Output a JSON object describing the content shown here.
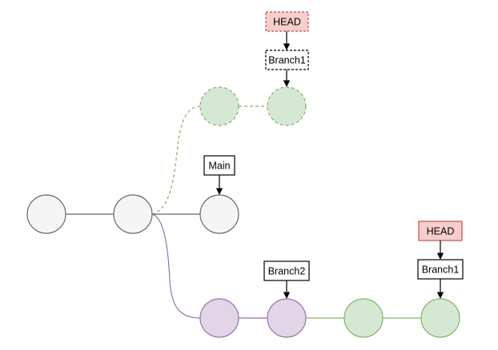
{
  "diagram": {
    "type": "git-commit-graph",
    "labels": {
      "head_top": "HEAD",
      "branch1_top": "Branch1",
      "main": "Main",
      "branch2": "Branch2",
      "head_bottom": "HEAD",
      "branch1_bottom": "Branch1"
    },
    "colors": {
      "main_commit_fill": "#f5f5f5",
      "main_commit_stroke": "#666666",
      "branch1_commit_fill": "#d5e8d4",
      "branch1_commit_stroke": "#82b366",
      "branch2_commit_fill": "#e1d5e7",
      "branch2_commit_stroke": "#9673a6",
      "head_fill": "#f8cecc",
      "head_stroke": "#b85450",
      "ref_fill": "#ffffff",
      "ref_stroke": "#000000"
    },
    "commits": [
      {
        "id": "c1",
        "branch": "main",
        "style": "solid"
      },
      {
        "id": "c2",
        "branch": "main",
        "style": "solid"
      },
      {
        "id": "c3",
        "branch": "main",
        "style": "solid"
      },
      {
        "id": "b1a",
        "branch": "branch1-old",
        "style": "dashed"
      },
      {
        "id": "b1b",
        "branch": "branch1-old",
        "style": "dashed"
      },
      {
        "id": "p1",
        "branch": "branch2",
        "style": "solid"
      },
      {
        "id": "p2",
        "branch": "branch2",
        "style": "solid"
      },
      {
        "id": "g1",
        "branch": "branch1-rebased",
        "style": "solid"
      },
      {
        "id": "g2",
        "branch": "branch1-rebased",
        "style": "solid"
      }
    ]
  }
}
